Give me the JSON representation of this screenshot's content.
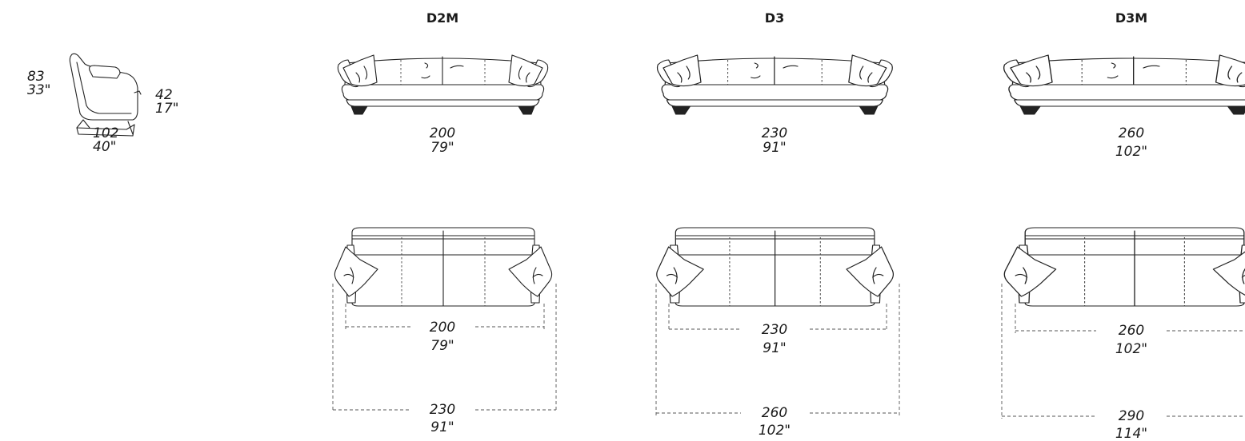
{
  "armchair": {
    "height_cm": "83",
    "height_in": "33\"",
    "seat_cm": "42",
    "seat_in": "17\"",
    "depth_cm": "102",
    "depth_in": "40\""
  },
  "sofas": [
    {
      "title": "D2M",
      "front": {
        "width_cm": "200",
        "width_in": "79\""
      },
      "plan": {
        "inner_cm": "200",
        "inner_in": "79\"",
        "outer_cm": "230",
        "outer_in": "91\""
      }
    },
    {
      "title": "D3",
      "front": {
        "width_cm": "230",
        "width_in": "91\""
      },
      "plan": {
        "inner_cm": "230",
        "inner_in": "91\"",
        "outer_cm": "260",
        "outer_in": "102\""
      }
    },
    {
      "title": "D3M",
      "front": {
        "width_cm": "260",
        "width_in": "102\""
      },
      "plan": {
        "inner_cm": "260",
        "inner_in": "102\"",
        "outer_cm": "290",
        "outer_in": "114\""
      }
    }
  ]
}
